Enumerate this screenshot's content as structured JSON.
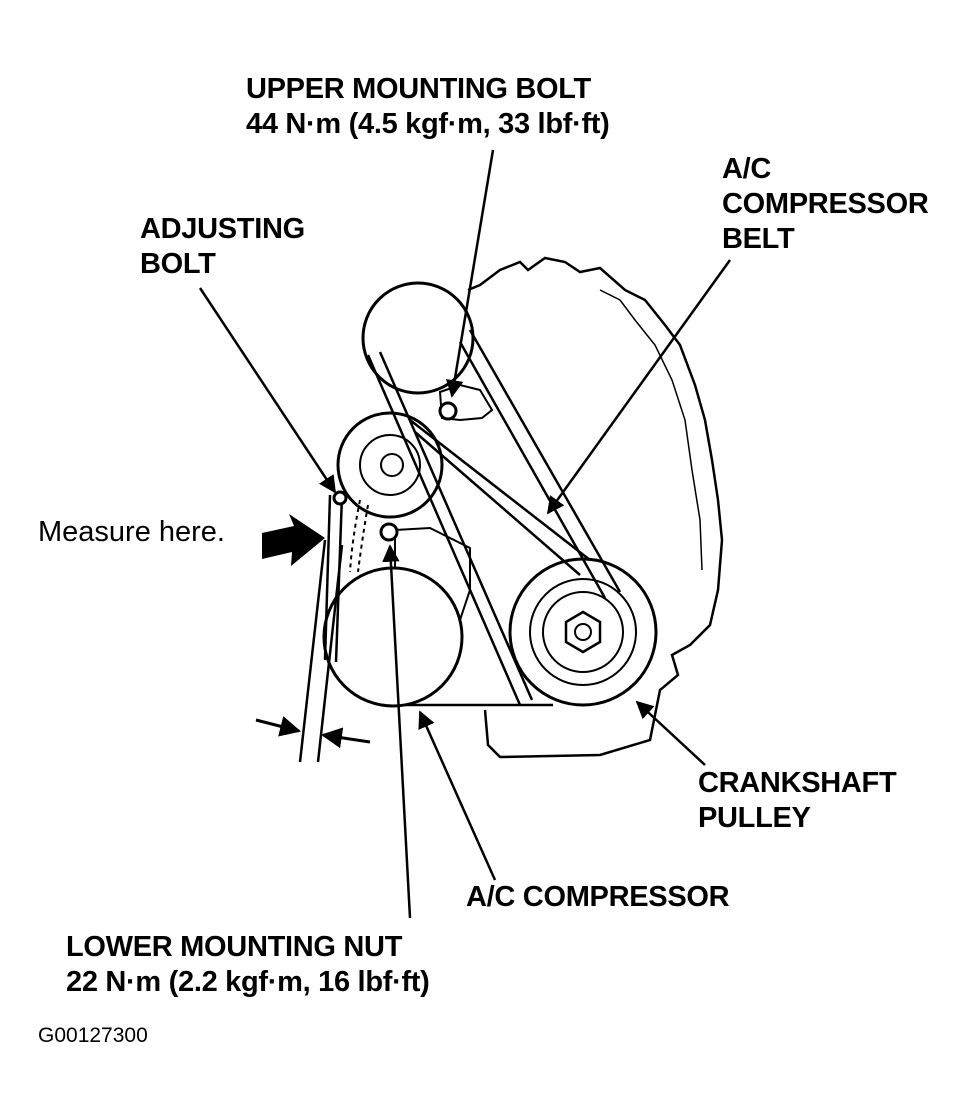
{
  "labels": {
    "upper_mounting_bolt": {
      "name": "UPPER MOUNTING BOLT",
      "torque": "44 N·m (4.5 kgf·m, 33 lbf·ft)"
    },
    "ac_compressor_belt": {
      "line1": "A/C",
      "line2": "COMPRESSOR",
      "line3": "BELT"
    },
    "adjusting_bolt": {
      "line1": "ADJUSTING",
      "line2": "BOLT"
    },
    "measure_here": "Measure here.",
    "crankshaft_pulley": {
      "line1": "CRANKSHAFT",
      "line2": "PULLEY"
    },
    "ac_compressor": "A/C COMPRESSOR",
    "lower_mounting_nut": {
      "name": "LOWER MOUNTING NUT",
      "torque": "22 N·m (2.2 kgf·m, 16 lbf·ft)"
    }
  },
  "figure_id": "G00127300",
  "colors": {
    "ink": "#000000",
    "paper": "#ffffff"
  }
}
